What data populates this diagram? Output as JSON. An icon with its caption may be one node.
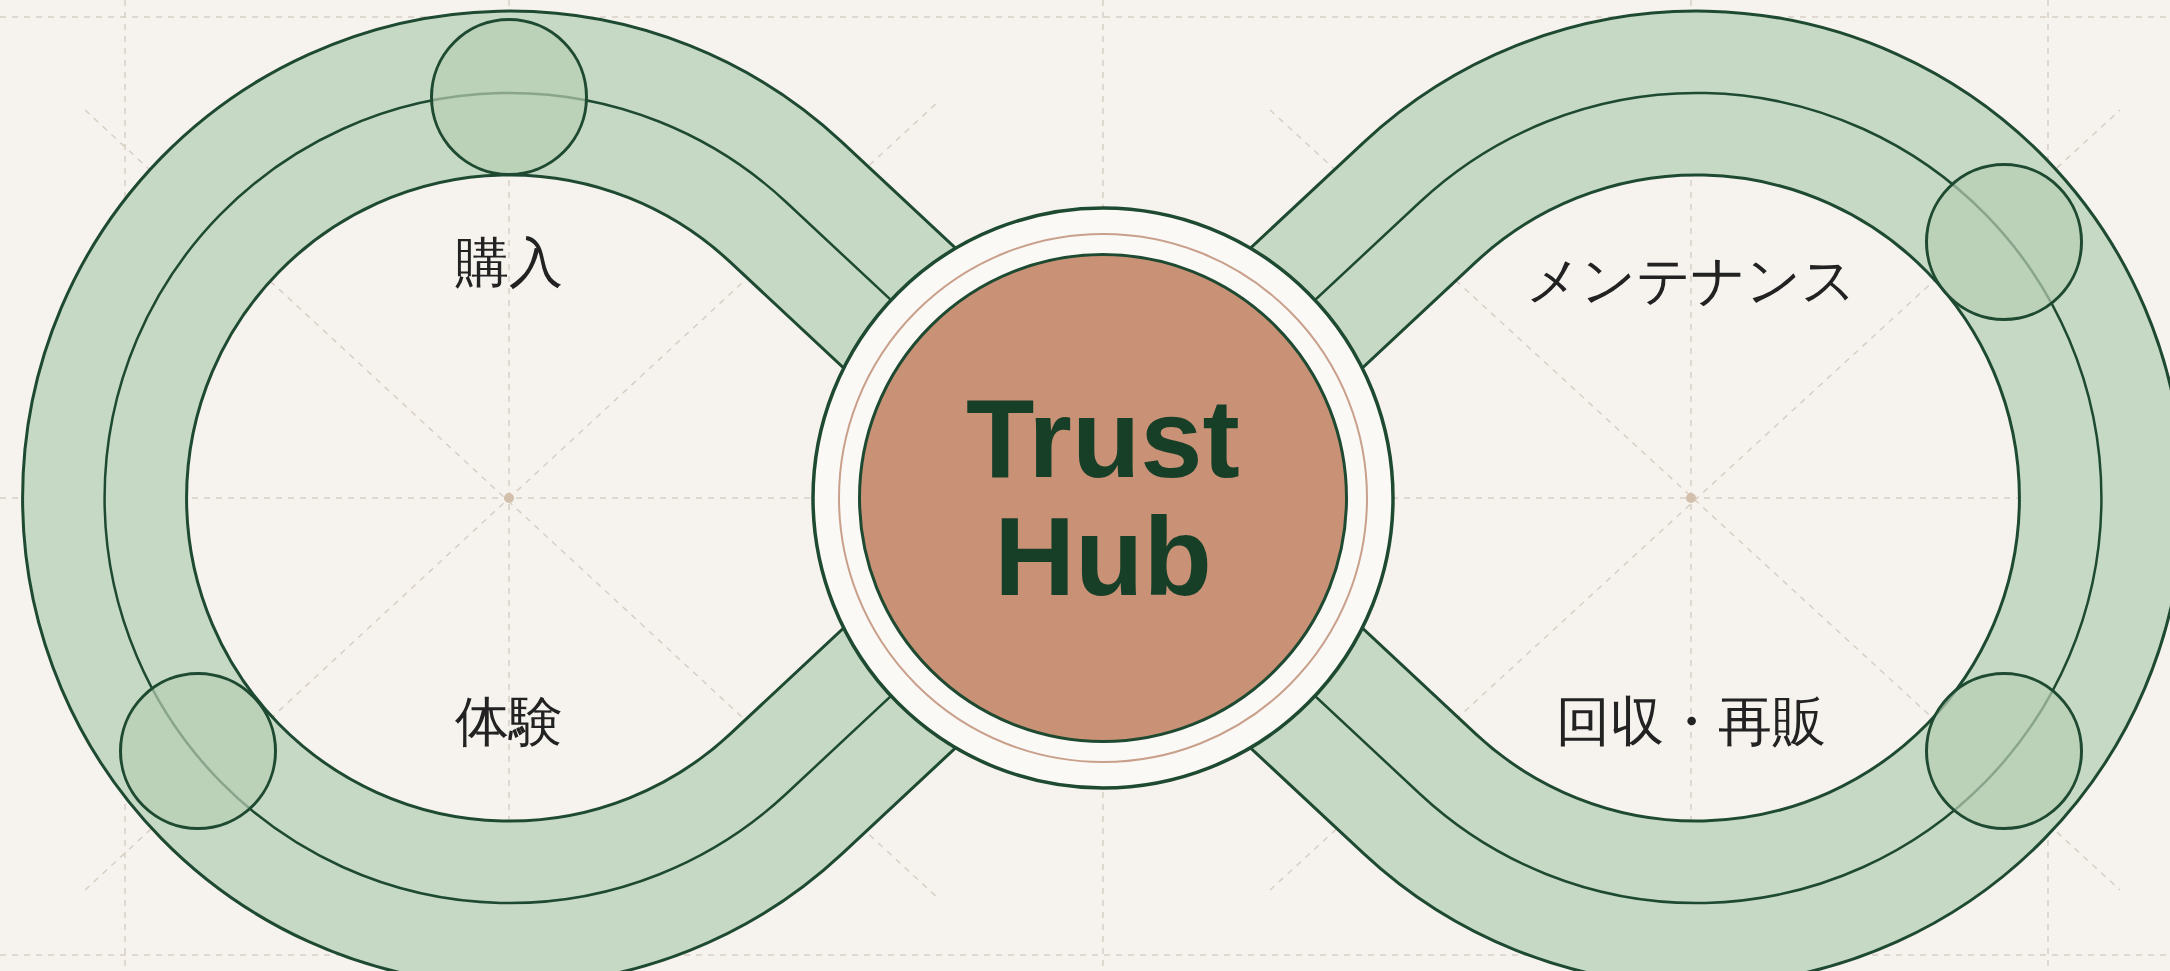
{
  "diagram": {
    "nodes": [
      {
        "text": [
          "Trust Hub"
        ]
      },
      {
        "text": [],
        "shape": "circle"
      },
      {
        "text": [],
        "shape": "circle"
      },
      {
        "text": [],
        "shape": "circle"
      },
      {
        "text": [],
        "shape": "circle"
      }
    ],
    "labels": [
      "購入",
      "メンテナンス",
      "体験",
      "回収・再販"
    ]
  }
}
